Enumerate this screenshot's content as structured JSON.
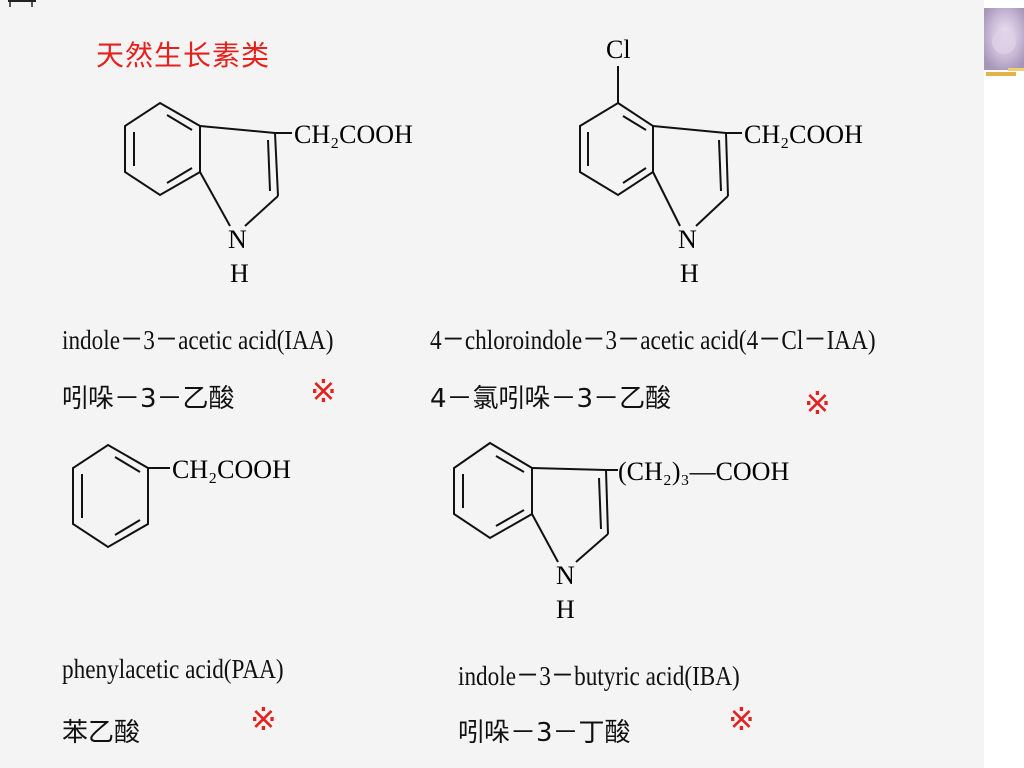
{
  "slide": {
    "title": "天然生长素类",
    "mark_symbol": "※"
  },
  "compounds": [
    {
      "substituent": "",
      "side_chain": "CH₂COOH",
      "nh_n": "N",
      "nh_h": "H",
      "name_en": "indole－3－acetic acid(IAA)",
      "name_cn": "吲哚－3－乙酸"
    },
    {
      "substituent": "Cl",
      "side_chain": "CH₂COOH",
      "nh_n": "N",
      "nh_h": "H",
      "name_en": "4－chloroindole－3－acetic acid(4－Cl－IAA)",
      "name_cn": "4－氯吲哚－3－乙酸"
    },
    {
      "side_chain": "CH₂COOH",
      "name_en": "phenylacetic acid(PAA)",
      "name_cn": "苯乙酸"
    },
    {
      "side_chain": "(CH₂)₃—COOH",
      "nh_n": "N",
      "nh_h": "H",
      "name_en": "indole－3－butyric acid(IBA)",
      "name_cn": "吲哚－3－丁酸"
    }
  ],
  "colors": {
    "title": "#e8201c",
    "mark": "#e8201c",
    "text": "#111111",
    "slide_bg": "#f4f4f4"
  }
}
